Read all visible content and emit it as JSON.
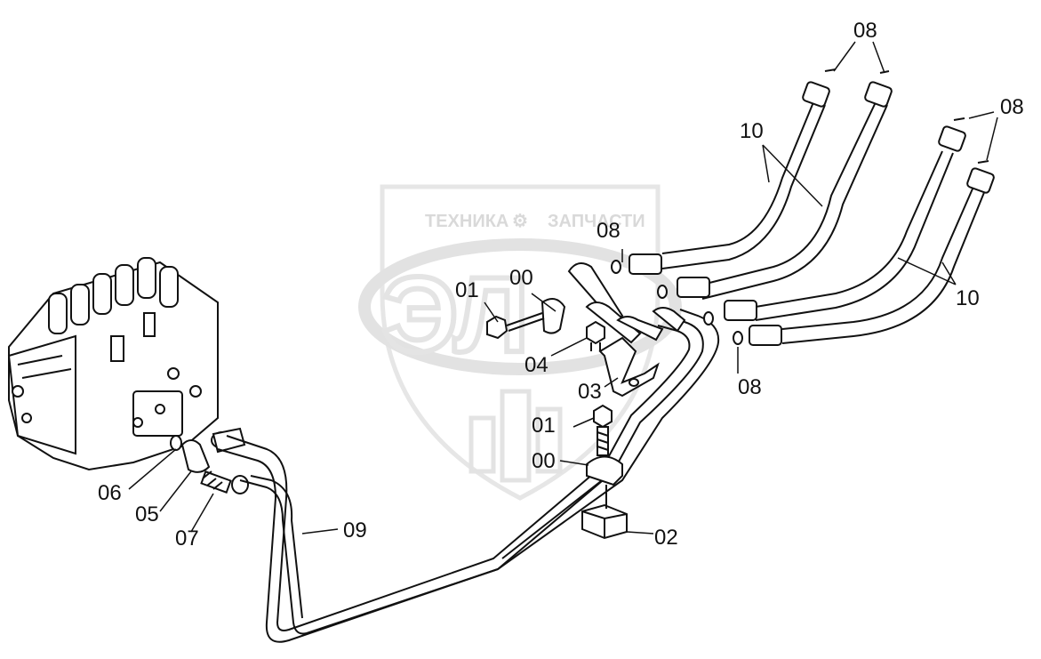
{
  "watermark": {
    "left_text": "ТЕХНИКА",
    "right_text": "ЗАПЧАСТИ",
    "logo_text": "ЭЛ"
  },
  "callouts": [
    {
      "id": "lbl-08-top",
      "text": "08"
    },
    {
      "id": "lbl-08-right-top",
      "text": "08"
    },
    {
      "id": "lbl-10-upper",
      "text": "10"
    },
    {
      "id": "lbl-10-lower",
      "text": "10"
    },
    {
      "id": "lbl-08-mid",
      "text": "08"
    },
    {
      "id": "lbl-08-low",
      "text": "08"
    },
    {
      "id": "lbl-00-upper",
      "text": "00"
    },
    {
      "id": "lbl-01-upper",
      "text": "01"
    },
    {
      "id": "lbl-04",
      "text": "04"
    },
    {
      "id": "lbl-03",
      "text": "03"
    },
    {
      "id": "lbl-01-lower",
      "text": "01"
    },
    {
      "id": "lbl-00-lower",
      "text": "00"
    },
    {
      "id": "lbl-02",
      "text": "02"
    },
    {
      "id": "lbl-09",
      "text": "09"
    },
    {
      "id": "lbl-06",
      "text": "06"
    },
    {
      "id": "lbl-05",
      "text": "05"
    },
    {
      "id": "lbl-07",
      "text": "07"
    }
  ]
}
